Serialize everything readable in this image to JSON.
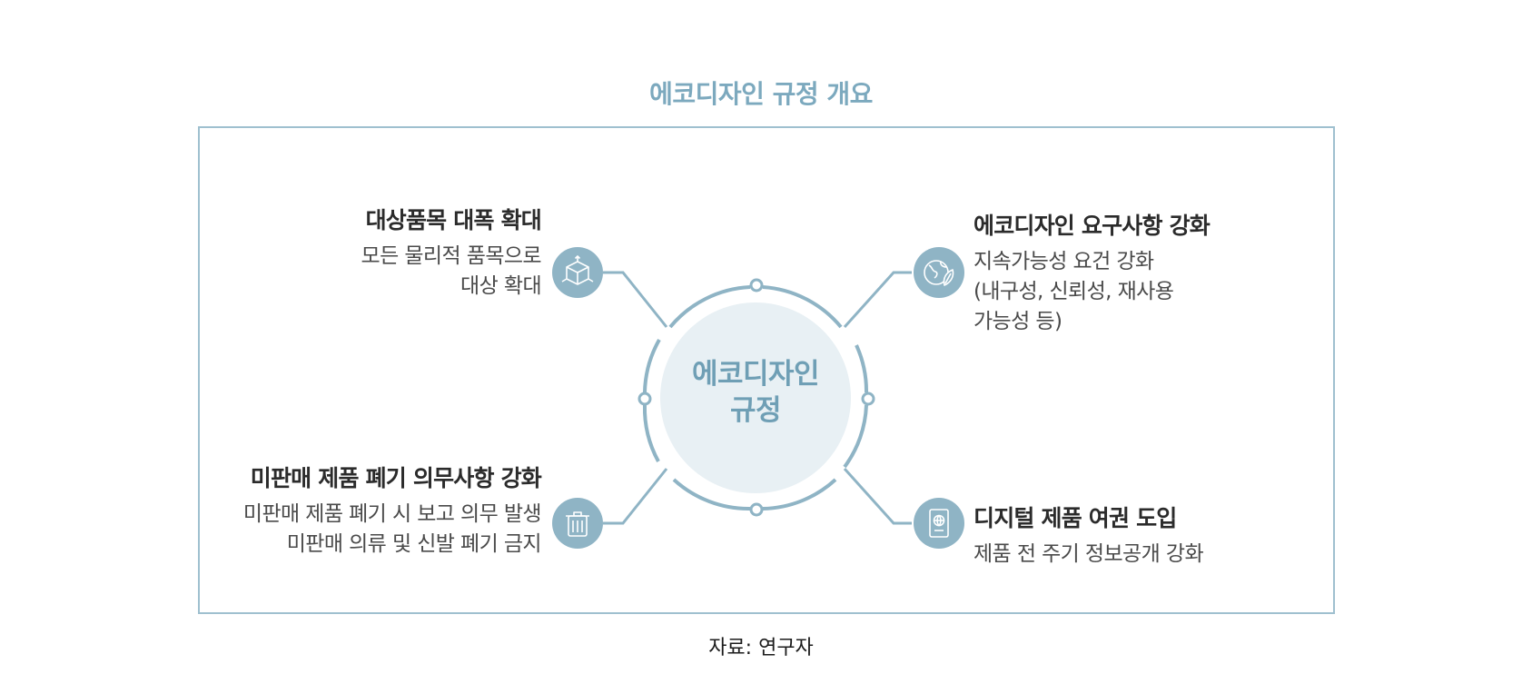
{
  "title": "에코디자인 규정 개요",
  "center": {
    "line1": "에코디자인",
    "line2": "규정"
  },
  "items": [
    {
      "heading": "대상품목 대폭 확대",
      "lines": [
        "모든 물리적 품목으로",
        "대상 확대"
      ],
      "icon": "cube-icon"
    },
    {
      "heading": "에코디자인 요구사항 강화",
      "lines": [
        "지속가능성 요건 강화",
        "(내구성, 신뢰성, 재사용",
        "가능성 등)"
      ],
      "icon": "globe-leaf-icon"
    },
    {
      "heading": "미판매 제품 폐기 의무사항 강화",
      "lines": [
        "미판매 제품 폐기 시 보고 의무 발생",
        "미판매 의류 및 신발 폐기 금지"
      ],
      "icon": "trash-icon"
    },
    {
      "heading": "디지털 제품 여권 도입",
      "lines": [
        "제품 전 주기 정보공개 강화"
      ],
      "icon": "passport-icon"
    }
  ],
  "source": "자료: 연구자",
  "colors": {
    "accent": "#7ca9be",
    "icon_bg": "#8fb4c5",
    "center_fill": "#e8f0f4",
    "line": "#8fb4c5"
  }
}
